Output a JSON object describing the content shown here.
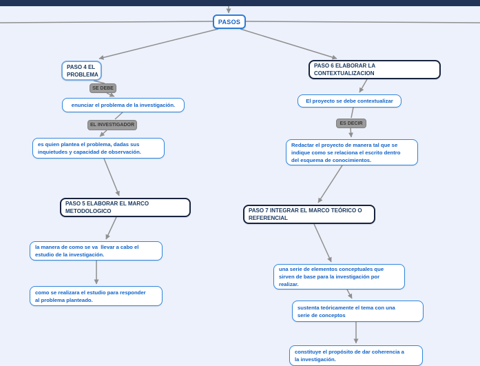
{
  "window": {
    "top_bar_color": "#213457"
  },
  "canvas": {
    "background": "#edf1fb",
    "connector_color": "#8f8f8f"
  },
  "palette": {
    "root_border": "#2e7cd6",
    "root_text": "#0f62c8",
    "step_border": "#17233e",
    "step_border_light": "#74a9e0",
    "step_text": "#17365d",
    "statement_border": "#2e86de",
    "statement_text": "#0f62c8",
    "link_fill": "#9b9b9b",
    "link_text": "#393939"
  },
  "nodes": {
    "pasos": {
      "label": "PASOS"
    },
    "paso4": {
      "label": "PASO 4 EL\nPROBLEMA"
    },
    "se_debe": {
      "label": "SE DEBE"
    },
    "enunciar": {
      "label": "enunciar el problema de la investigación."
    },
    "el_investigador": {
      "label": "EL INVESTIGADOR"
    },
    "es_quien": {
      "label": "es quien plantea el problema, dadas sus\ninquietudes y capacidad de observación."
    },
    "paso5": {
      "label": "PASO 5 ELABORAR EL MARCO\nMETODOLOGICO"
    },
    "la_manera": {
      "label": "la manera de como se va  llevar a cabo el\nestudio de la investigación."
    },
    "como_se": {
      "label": "como se realizara el estudio para responder\nal problema planteado."
    },
    "paso6": {
      "label": "PASO 6 ELABORAR LA\nCONTEXTUALIZACION"
    },
    "el_proyecto": {
      "label": "El proyecto se debe contextualizar"
    },
    "es_decir": {
      "label": "ES DECIR"
    },
    "redactar": {
      "label": "Redactar el proyecto de manera tal que se\nindique como se relaciona el escrito dentro\ndel esquema de conocimientos."
    },
    "paso7": {
      "label": "PASO 7 INTEGRAR EL MARCO TEÓRICO O\nREFERENCIAL"
    },
    "una_serie": {
      "label": "una serie de elementos conceptuales que\nsirven de base para la investigación por\nrealizar."
    },
    "sustenta": {
      "label": "sustenta teóricamente el tema con una\nserie de conceptos"
    },
    "constituye": {
      "label": "constituye el propósito de dar coherencia a\nla investigación."
    }
  },
  "edges": [
    [
      332,
      9,
      332,
      19,
      1
    ],
    [
      309,
      31,
      0,
      33,
      0
    ],
    [
      357,
      31,
      697,
      33,
      0
    ],
    [
      317,
      42,
      144,
      85,
      1
    ],
    [
      349,
      42,
      489,
      85,
      1
    ],
    [
      136,
      117,
      152,
      121,
      0
    ],
    [
      155,
      135,
      166,
      140,
      1
    ],
    [
      178,
      163,
      167,
      173,
      0
    ],
    [
      155,
      189,
      145,
      198,
      1
    ],
    [
      151,
      230,
      173,
      284,
      1
    ],
    [
      169,
      315,
      154,
      347,
      1
    ],
    [
      140,
      378,
      140,
      412,
      1
    ],
    [
      533,
      115,
      522,
      134,
      1
    ],
    [
      513,
      156,
      510,
      171,
      0
    ],
    [
      509,
      186,
      510,
      199,
      1
    ],
    [
      497,
      240,
      462,
      294,
      1
    ],
    [
      456,
      325,
      481,
      380,
      1
    ],
    [
      504,
      420,
      511,
      433,
      1
    ],
    [
      517,
      467,
      517,
      498,
      1
    ]
  ]
}
